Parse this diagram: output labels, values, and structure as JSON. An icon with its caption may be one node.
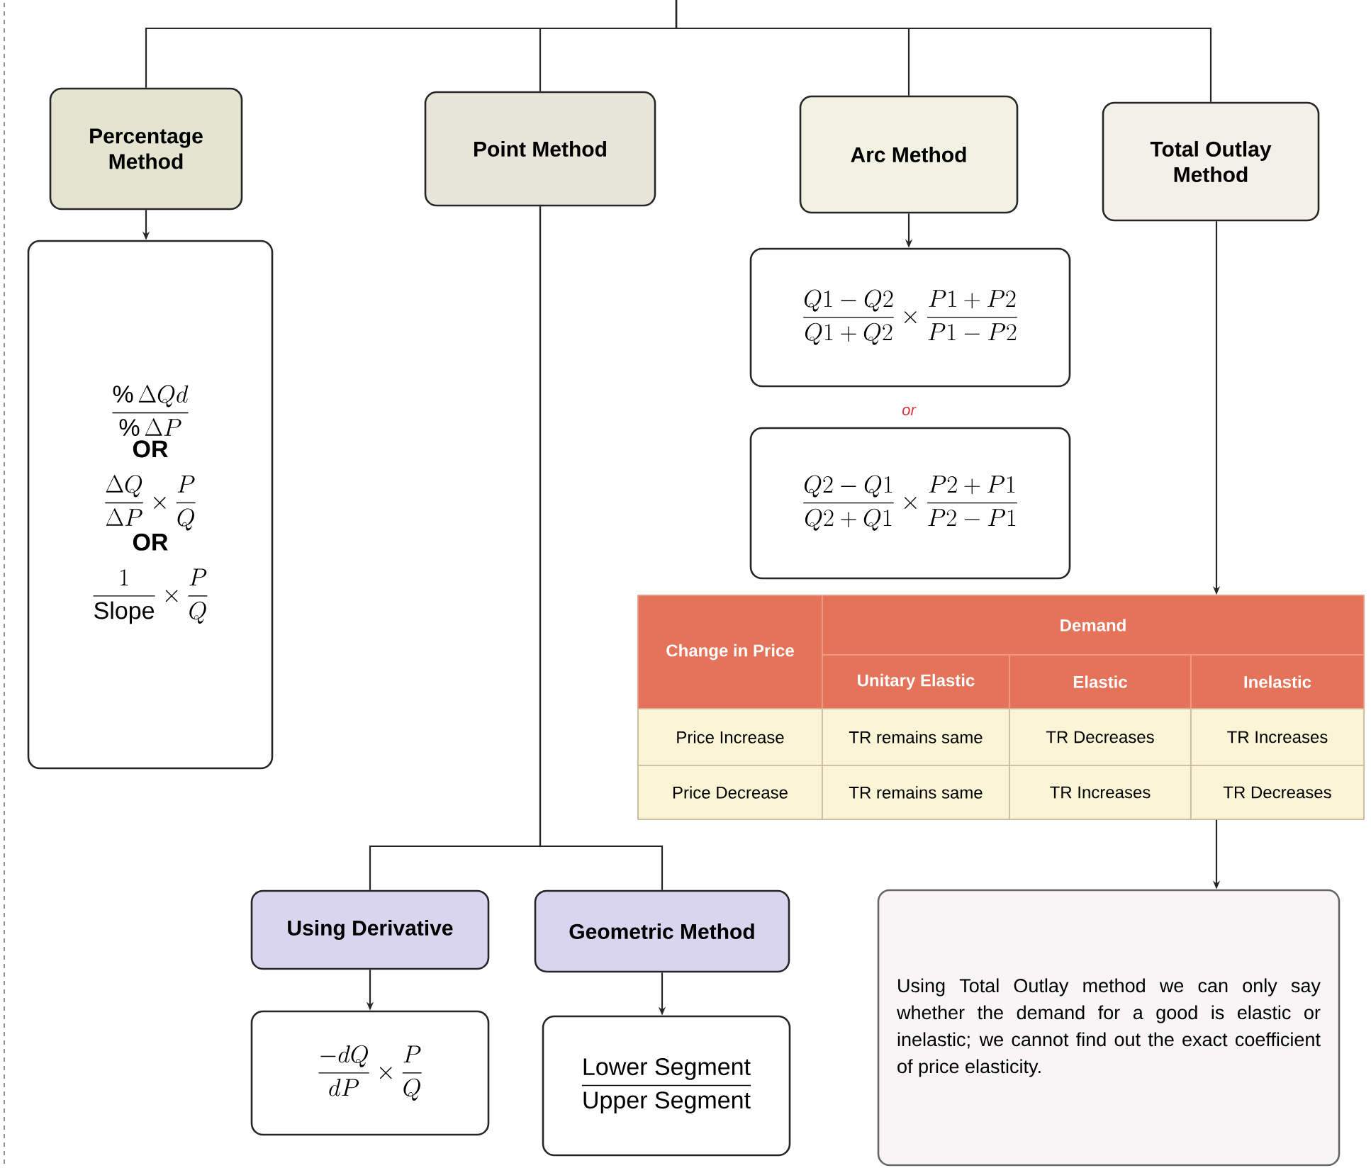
{
  "diagram": {
    "nodes": [
      {
        "text": [
          "Percentage Method"
        ]
      },
      {
        "text": [
          "Point Method"
        ]
      },
      {
        "text": [
          "Arc Method"
        ]
      },
      {
        "text": [
          "Total Outlay Method"
        ]
      },
      {
        "text": [
          "\\frac{\\%\\,\\Delta Qd}{\\%\\,\\Delta P}",
          "OR",
          "\\frac{\\Delta Q}{\\Delta P}\\times\\frac{P}{Q}",
          "OR",
          "\\frac{1}{\\mathrm{Slope}}\\times\\frac{P}{Q}"
        ]
      },
      {
        "text": [
          "\\frac{Q1-Q2}{Q1+Q2}\\times\\frac{P1+P2}{P1-P2}"
        ]
      },
      {
        "text": [
          "\\frac{Q2-Q1}{Q2+Q1}\\times\\frac{P2+P1}{P2-P1}"
        ]
      },
      {
        "text": [
          "Change in Price",
          "Demand",
          "Unitary Elastic",
          "Elastic",
          "Inelastic",
          "Price Increase",
          "TR remains same",
          "TR Decreases",
          "TR Increases",
          "Price Decrease",
          "TR remains same",
          "TR Increases",
          "TR Decreases"
        ]
      },
      {
        "text": [
          "Using Derivative"
        ]
      },
      {
        "text": [
          "Geometric Method"
        ]
      },
      {
        "text": [
          "\\frac{-dQ}{dP}\\times\\frac{P}{Q}"
        ]
      },
      {
        "text": [
          "\\frac{\\mathrm{Lower\\ Segment}}{\\mathrm{Upper\\ Segment}}"
        ]
      },
      {
        "text": [
          "Using Total Outlay method we can only say whether the demand for a good is elastic or inelastic; we cannot find out the exact coefficient of price elasticity."
        ]
      }
    ],
    "edges": [
      {
        "from": null,
        "to": 0,
        "arrow": "none"
      },
      {
        "from": null,
        "to": 1,
        "arrow": "none"
      },
      {
        "from": null,
        "to": 2,
        "arrow": "none"
      },
      {
        "from": null,
        "to": 3,
        "arrow": "none"
      },
      {
        "from": 0,
        "to": 4,
        "arrow": "to"
      },
      {
        "from": 2,
        "to": 5,
        "arrow": "to"
      },
      {
        "from": 3,
        "to": 7,
        "arrow": "to"
      },
      {
        "from": 7,
        "to": 12,
        "arrow": "to"
      },
      {
        "from": 1,
        "to": 8,
        "arrow": "none"
      },
      {
        "from": 1,
        "to": 9,
        "arrow": "none"
      },
      {
        "from": 8,
        "to": 10,
        "arrow": "to"
      },
      {
        "from": 9,
        "to": 11,
        "arrow": "to"
      }
    ],
    "labels": [
      "or"
    ]
  }
}
